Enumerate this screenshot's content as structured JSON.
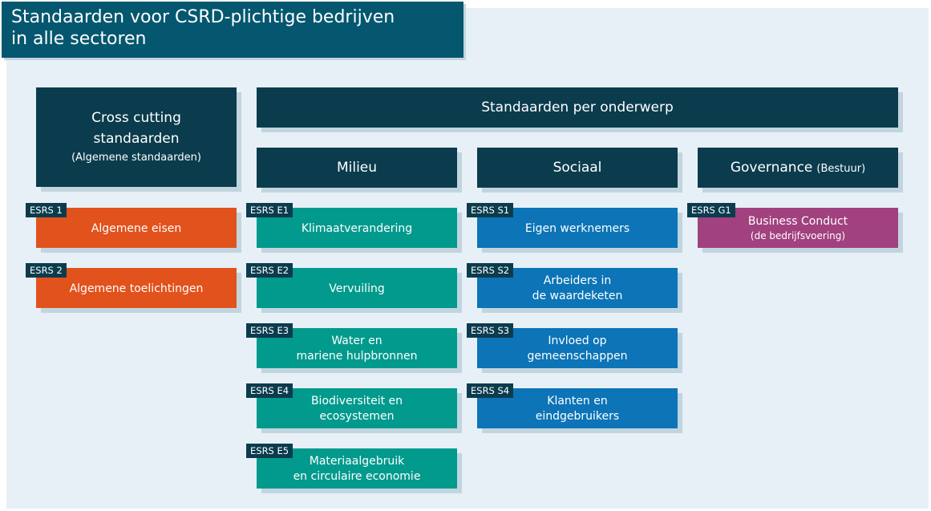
{
  "title": {
    "line1": "Standaarden voor CSRD-plichtige bedrijven",
    "line2": "in alle sectoren"
  },
  "headers": {
    "cross_cutting": {
      "line1": "Cross cutting",
      "line2": "standaarden",
      "sub": "(Algemene standaarden)"
    },
    "per_topic": "Standaarden per onderwerp",
    "milieu": "Milieu",
    "sociaal": "Sociaal",
    "governance": {
      "main": "Governance",
      "sub": "(Bestuur)"
    }
  },
  "columns": {
    "cross_cutting": {
      "color": "#e2521d",
      "items": [
        {
          "code": "ESRS 1",
          "lines": [
            "Algemene eisen"
          ]
        },
        {
          "code": "ESRS 2",
          "lines": [
            "Algemene toelichtingen"
          ]
        }
      ]
    },
    "milieu": {
      "color": "#019a8d",
      "items": [
        {
          "code": "ESRS E1",
          "lines": [
            "Klimaatverandering"
          ]
        },
        {
          "code": "ESRS E2",
          "lines": [
            "Vervuiling"
          ]
        },
        {
          "code": "ESRS E3",
          "lines": [
            "Water en",
            "mariene hulpbronnen"
          ]
        },
        {
          "code": "ESRS E4",
          "lines": [
            "Biodiversiteit en",
            "ecosystemen"
          ]
        },
        {
          "code": "ESRS E5",
          "lines": [
            "Materiaalgebruik",
            "en circulaire economie"
          ]
        }
      ]
    },
    "sociaal": {
      "color": "#0c74b7",
      "items": [
        {
          "code": "ESRS S1",
          "lines": [
            "Eigen werknemers"
          ]
        },
        {
          "code": "ESRS S2",
          "lines": [
            "Arbeiders in",
            "de waardeketen"
          ]
        },
        {
          "code": "ESRS S3",
          "lines": [
            "Invloed op",
            "gemeenschappen"
          ]
        },
        {
          "code": "ESRS S4",
          "lines": [
            "Klanten en",
            "eindgebruikers"
          ]
        }
      ]
    },
    "governance": {
      "color": "#a1417f",
      "items": [
        {
          "code": "ESRS G1",
          "lines": [
            "Business Conduct"
          ],
          "sub": "(de bedrijfsvoering)"
        }
      ]
    }
  }
}
